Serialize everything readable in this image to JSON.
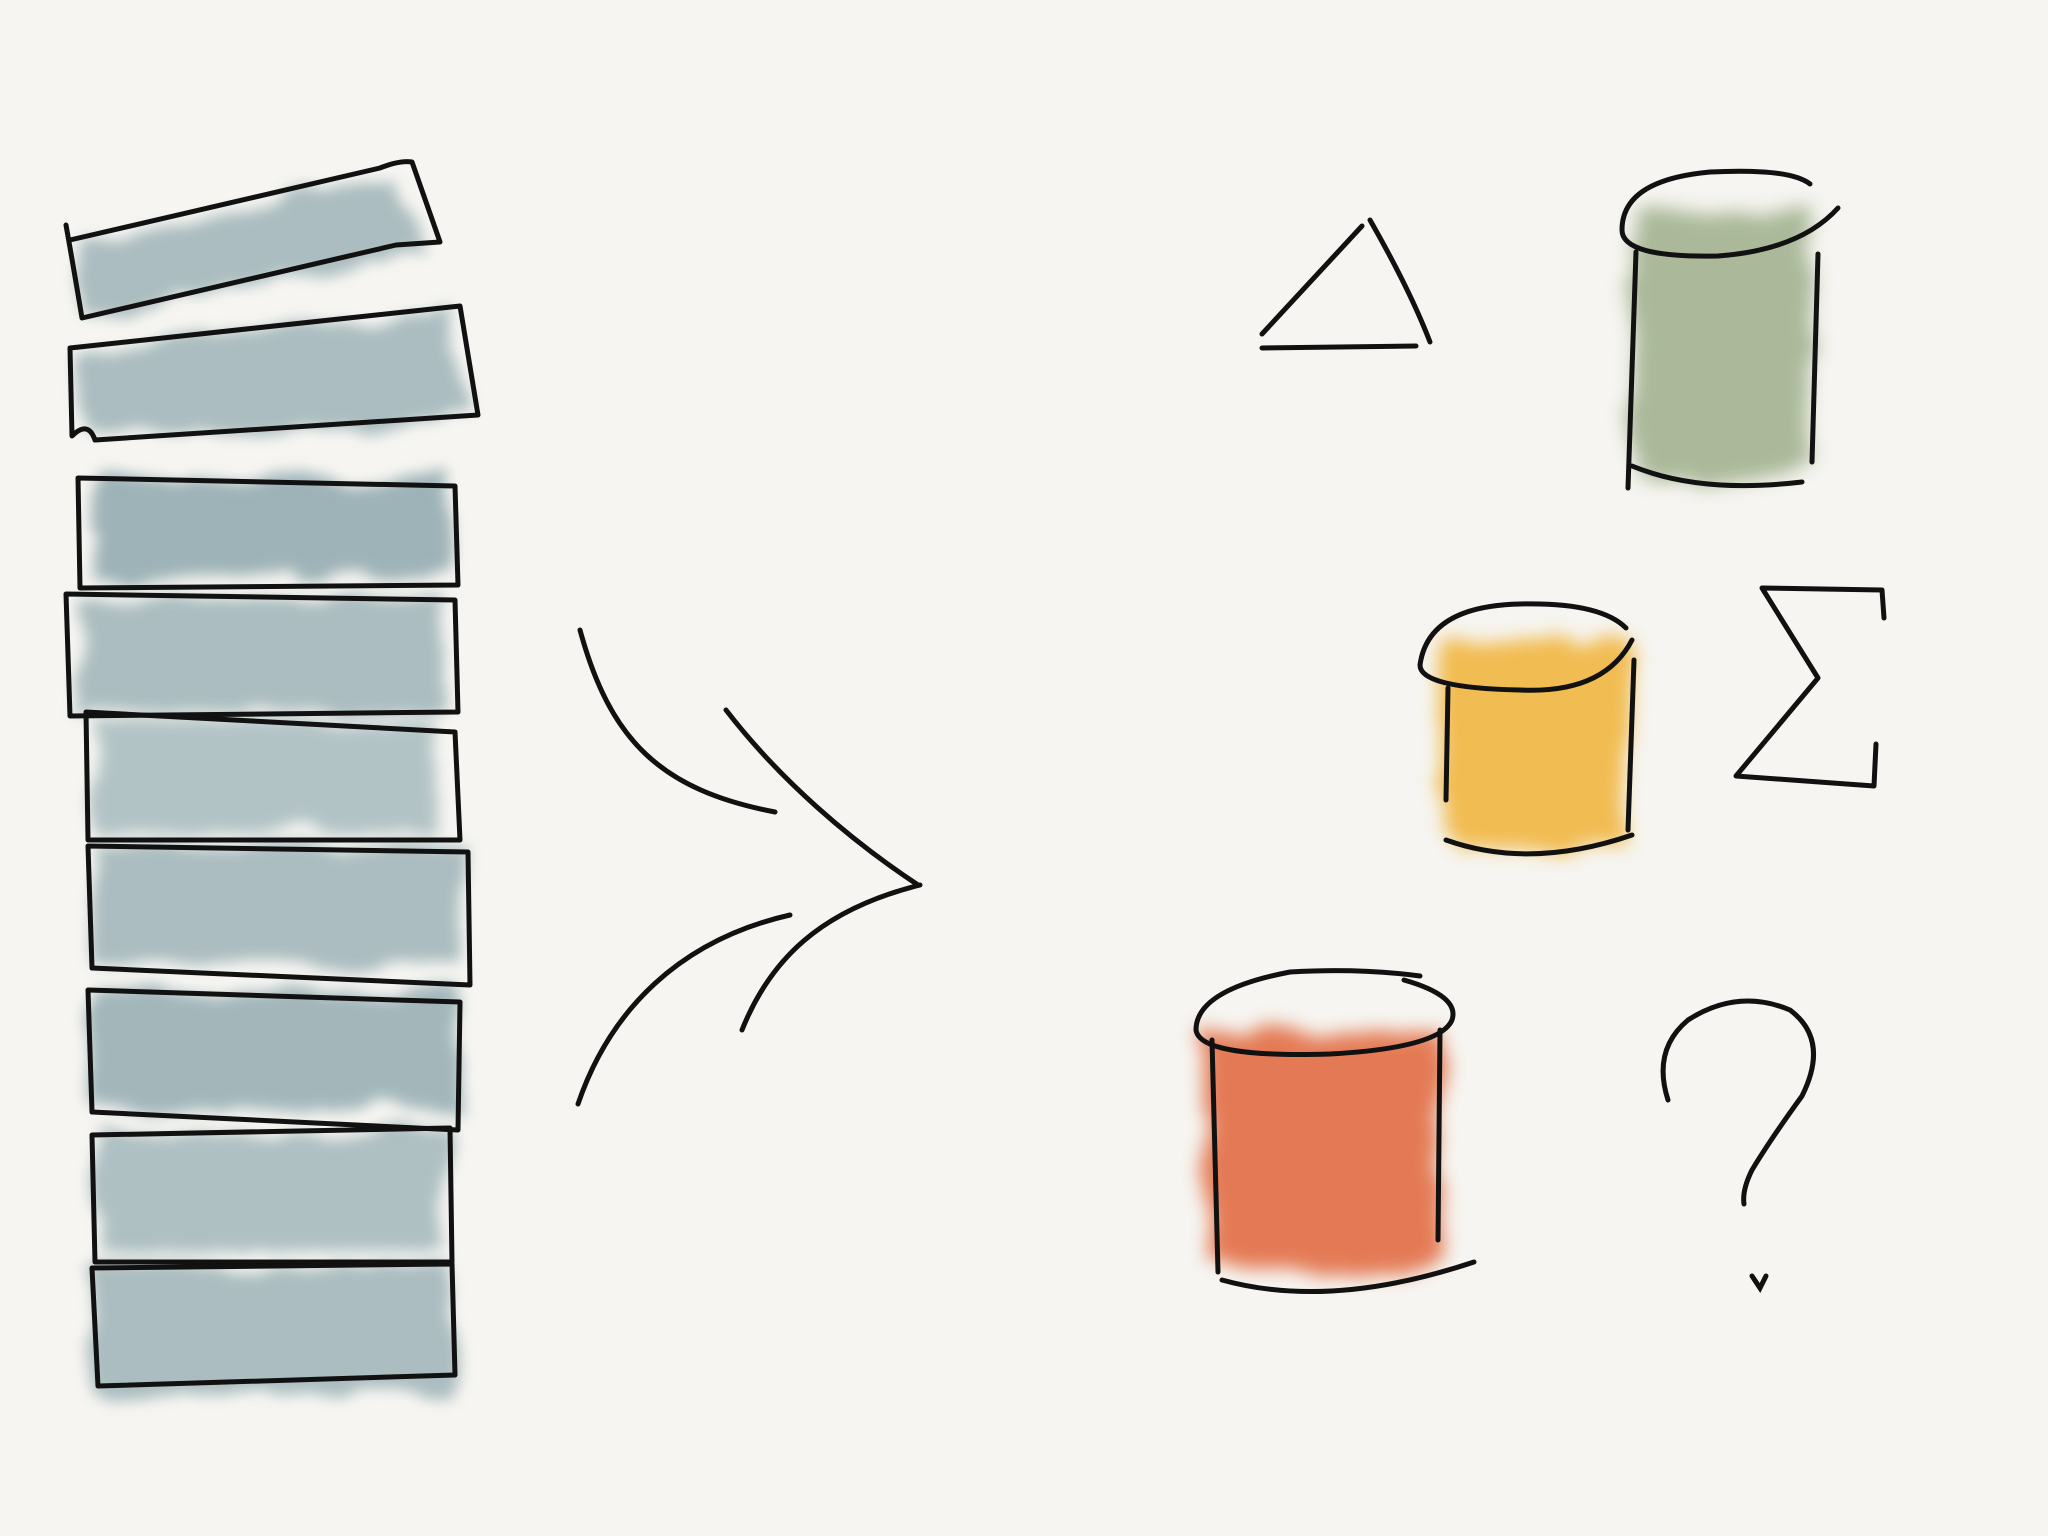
{
  "colors": {
    "paper": "#f6f5f1",
    "ink": "#111111",
    "stack_wash": "#9fb4b8",
    "green_wash": "#a3b391",
    "yellow_wash": "#f1b63f",
    "red_wash": "#e26a40"
  },
  "stack": {
    "item_count": 9
  },
  "outputs": {
    "cylinders": [
      {
        "id": "green",
        "color_key": "green_wash"
      },
      {
        "id": "yellow",
        "color_key": "yellow_wash"
      },
      {
        "id": "red",
        "color_key": "red_wash"
      }
    ],
    "symbols": [
      {
        "id": "delta",
        "glyph": "Δ"
      },
      {
        "id": "sigma",
        "glyph": "Σ"
      },
      {
        "id": "question",
        "glyph": "?"
      }
    ]
  }
}
